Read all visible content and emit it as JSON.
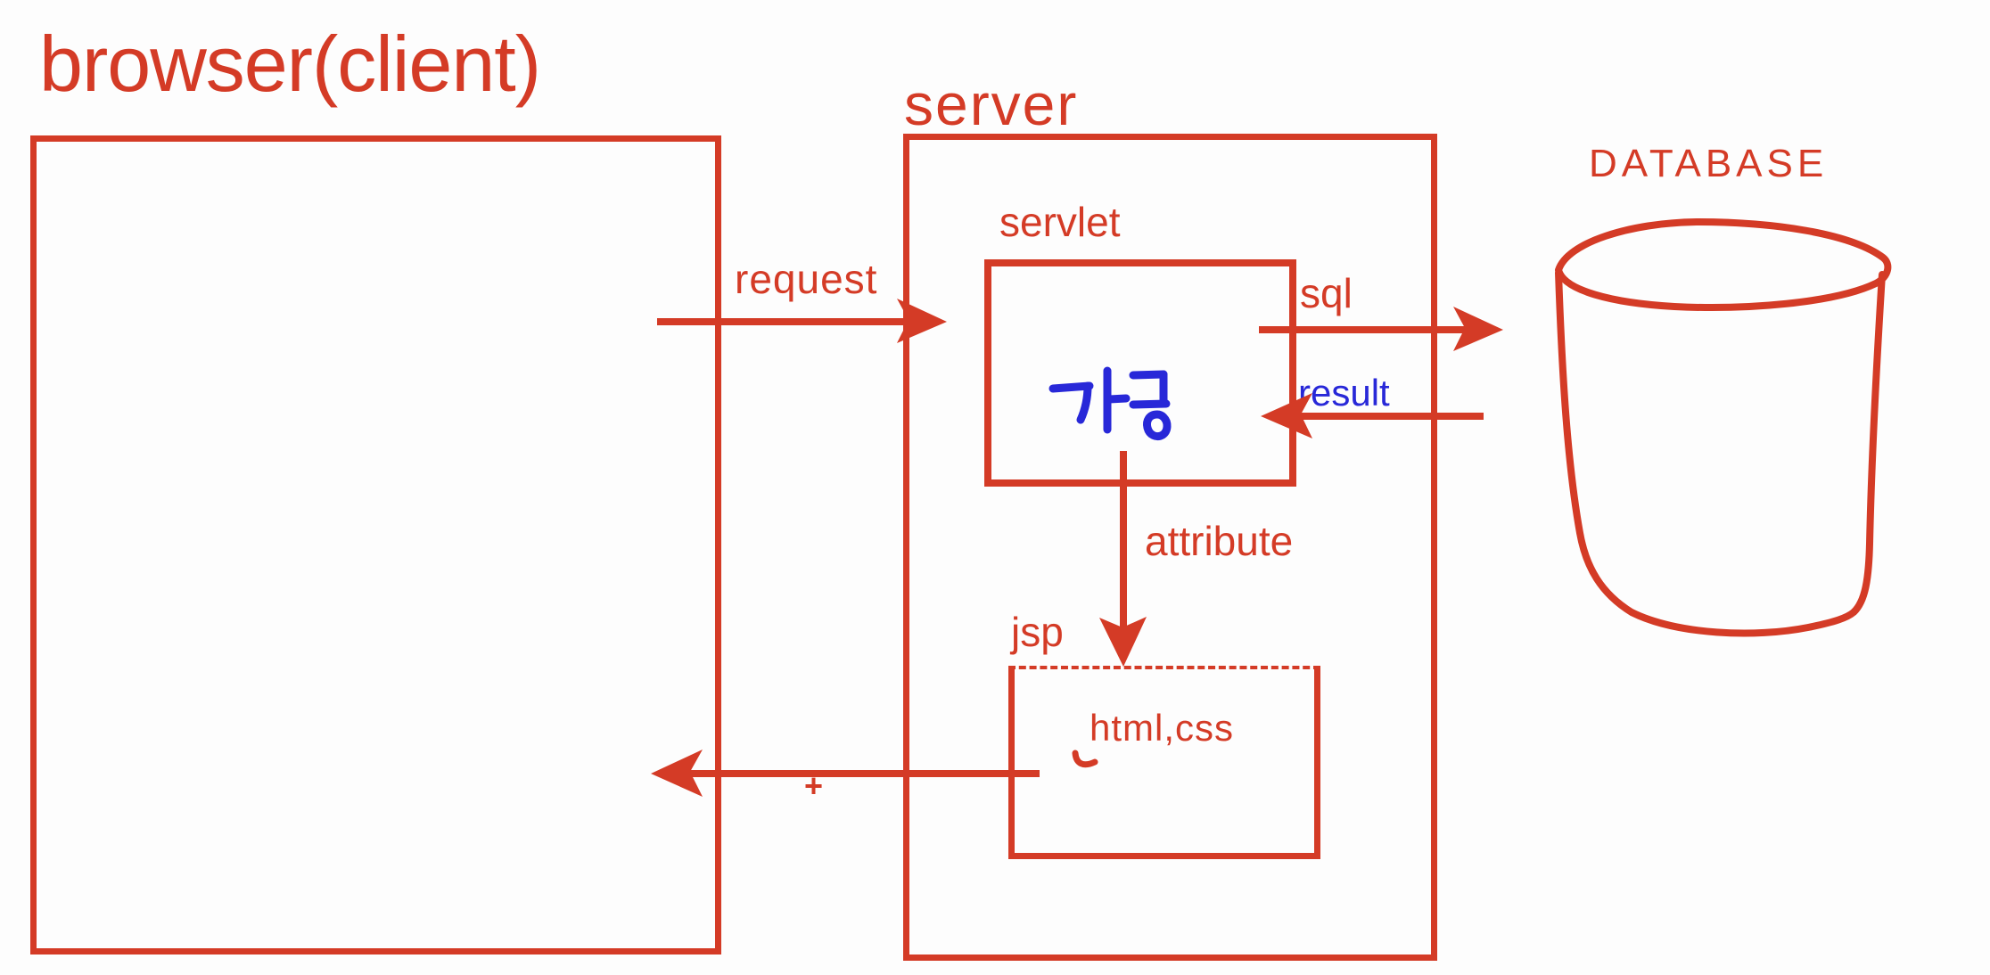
{
  "diagram": {
    "title_browser": "browser(client)",
    "title_server": "server",
    "title_database": "DATABASE",
    "labels": {
      "servlet": "servlet",
      "jsp": "jsp",
      "processing_korean": "가공",
      "html_css": "html,css",
      "request": "request",
      "sql": "sql",
      "result": "result",
      "attribute": "attribute",
      "plus": "+"
    },
    "colors": {
      "red": "#d43b26",
      "blue": "#2828d8",
      "background": "#fdfdfd"
    }
  }
}
